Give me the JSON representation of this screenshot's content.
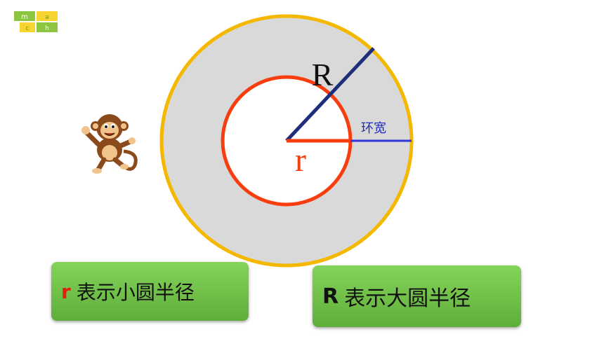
{
  "colors": {
    "ring_fill": "#d9d9d9",
    "outer_stroke": "#f5b800",
    "inner_stroke": "#f83d0f",
    "big_radius_line": "#1f2d7a",
    "small_radius_line": "#f83d0f",
    "ring_width_line": "#2f35d9",
    "button_green": "#6cc144",
    "r_letter": "#e41e0f"
  },
  "icons": {
    "logo": "abc-blocks-logo-icon",
    "mascot": "monkey-mascot-icon"
  },
  "diagram": {
    "label_R": "R",
    "label_r": "r",
    "label_ring_width": "环宽"
  },
  "legend": {
    "small_letter": "r",
    "small_text": "表示小圆半径",
    "big_letter": "R",
    "big_text": "表示大圆半径"
  }
}
